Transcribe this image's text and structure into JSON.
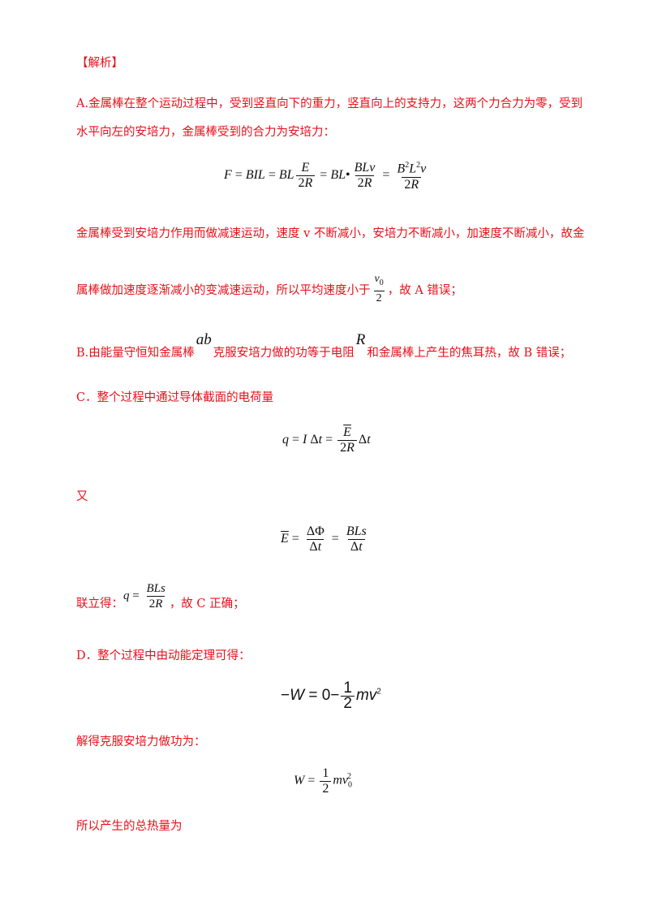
{
  "heading": "【解析】",
  "A": {
    "line1": "A.金属棒在整个运动过程中，受到竖直向下的重力，竖直向上的支持力，这两个力合力为零，受到",
    "line2": "水平向左的安培力，金属棒受到的合力为安培力：",
    "line3": "金属棒受到安培力作用而做减速运动，速度 v 不断减小，安培力不断减小，加速度不断减小，故金",
    "line4_a": "属棒做加速度逐渐减小的变减速运动，所以平均速度小于",
    "line4_b": "，故 A 错误；"
  },
  "B": {
    "text_a": "B.由能量守恒知金属棒",
    "sym_ab": "ab",
    "text_b": "克服安培力做的功等于电阻",
    "sym_R": "R",
    "text_c": "和金属棒上产生的焦耳热，故 B 错误；"
  },
  "C": {
    "line1": "C．整个过程中通过导体截面的电荷量",
    "you": "又",
    "lianli_a": "联立得：",
    "lianli_b": "，故 C 正确；"
  },
  "D": {
    "line1": "D．整个过程中由动能定理可得：",
    "line2": "解得克服安培力做功为：",
    "line3": "所以产生的总热量为"
  }
}
